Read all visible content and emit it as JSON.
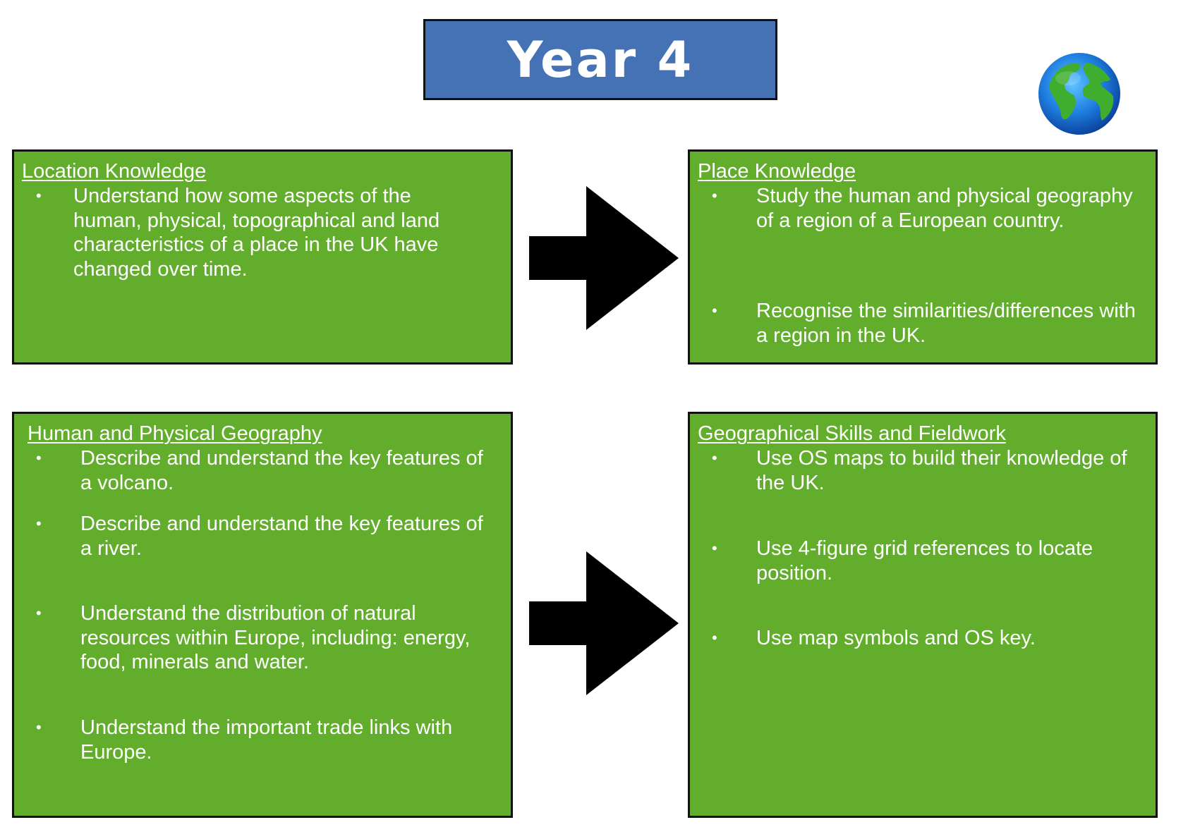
{
  "title": "Year 4",
  "icons": {
    "globe": "globe-icon",
    "arrow_top": "arrow-right-icon",
    "arrow_bottom": "arrow-right-icon"
  },
  "colors": {
    "title_background": "#4472b4",
    "box_background": "#63ad2c",
    "border": "#111111",
    "text": "#ffffff",
    "arrow": "#000000"
  },
  "boxes": {
    "location_knowledge": {
      "heading": "Location Knowledge",
      "items": [
        "Understand how some aspects of the human,  physical, topographical and land characteristics of a place in the UK have changed over time."
      ]
    },
    "place_knowledge": {
      "heading": "Place Knowledge",
      "items": [
        "Study the human and physical geography of a region of a European country.",
        "Recognise the similarities/differences with a region in the UK."
      ]
    },
    "human_physical_geography": {
      "heading": "Human and Physical Geography",
      "items": [
        "Describe and understand the key features of a volcano.",
        "Describe and understand the key features of a river.",
        "Understand the distribution of natural resources within Europe, including: energy, food, minerals and water.",
        "Understand the important trade links with Europe."
      ]
    },
    "geographical_skills": {
      "heading": "Geographical Skills and Fieldwork",
      "items": [
        "Use OS maps to build their knowledge of the UK.",
        "Use 4-figure grid references to locate position.",
        "Use map symbols and OS key."
      ]
    }
  }
}
